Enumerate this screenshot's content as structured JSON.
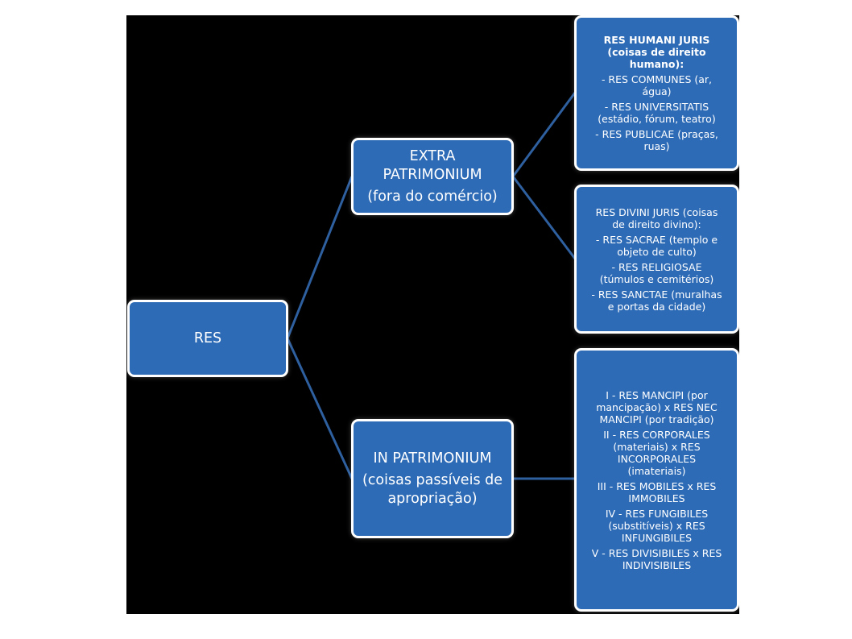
{
  "root": {
    "label": "RES"
  },
  "extra": {
    "line1": "EXTRA",
    "line2": "PATRIMONIUM",
    "line3": "(fora do comércio)"
  },
  "in": {
    "line1": "IN PATRIMONIUM",
    "line2": "(coisas passíveis de",
    "line3": "apropriação)"
  },
  "humani": {
    "title1": "RES HUMANI JURIS",
    "title2": "(coisas de direito",
    "title3": "humano):",
    "items": [
      [
        "- RES COMMUNES (ar,",
        "água)"
      ],
      [
        "- RES UNIVERSITATIS",
        "(estádio, fórum, teatro)"
      ],
      [
        "- RES PUBLICAE (praças,",
        "ruas)"
      ]
    ]
  },
  "divini": {
    "title1": "RES DIVINI JURIS (coisas",
    "title2": "de direito divino):",
    "items": [
      [
        "- RES SACRAE (templo e",
        "objeto de culto)"
      ],
      [
        "- RES RELIGIOSAE",
        "(túmulos e cemitérios)"
      ],
      [
        "- RES SANCTAE (muralhas",
        "e portas da cidade)"
      ]
    ]
  },
  "classes": {
    "items": [
      [
        "I - RES MANCIPI (por",
        "mancipação) x RES NEC",
        "MANCIPI  (por tradição)"
      ],
      [
        "II - RES CORPORALES",
        "(materiais) x RES",
        "INCORPORALES",
        "(imateriais)"
      ],
      [
        "III - RES MOBILES x RES",
        "IMMOBILES"
      ],
      [
        "IV - RES FUNGIBILES",
        "(substitíveis) x RES",
        "INFUNGIBILES"
      ],
      [
        "V - RES DIVISIBILES x RES",
        "INDIVISIBILES"
      ]
    ]
  },
  "colors": {
    "box_fill": "#2e6bb6",
    "box_border": "#ffffff",
    "connector": "#2e5f9e",
    "background": "#000000"
  }
}
